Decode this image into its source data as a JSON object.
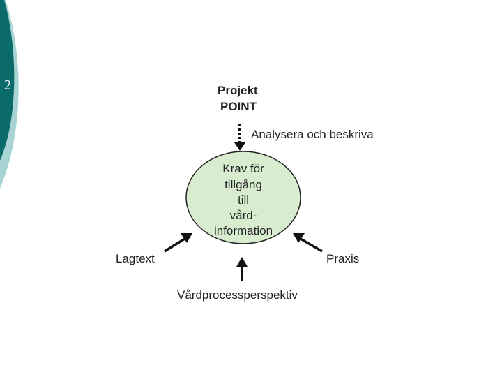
{
  "slide": {
    "number": "2"
  },
  "diagram": {
    "title_line1": "Projekt",
    "title_line2": "POINT",
    "center_lines": [
      "Krav för",
      "tillgång",
      "till",
      "vård-",
      "information"
    ],
    "top_input": "Analysera och beskriva",
    "left_input": "Lagtext",
    "bottom_input": "Vårdprocessperspektiv",
    "right_input": "Praxis"
  },
  "colors": {
    "teal_dark": "#0b6b6b",
    "teal_light": "#a8d4d4",
    "circle_fill": "#d8edcf",
    "arrow": "#111111"
  }
}
